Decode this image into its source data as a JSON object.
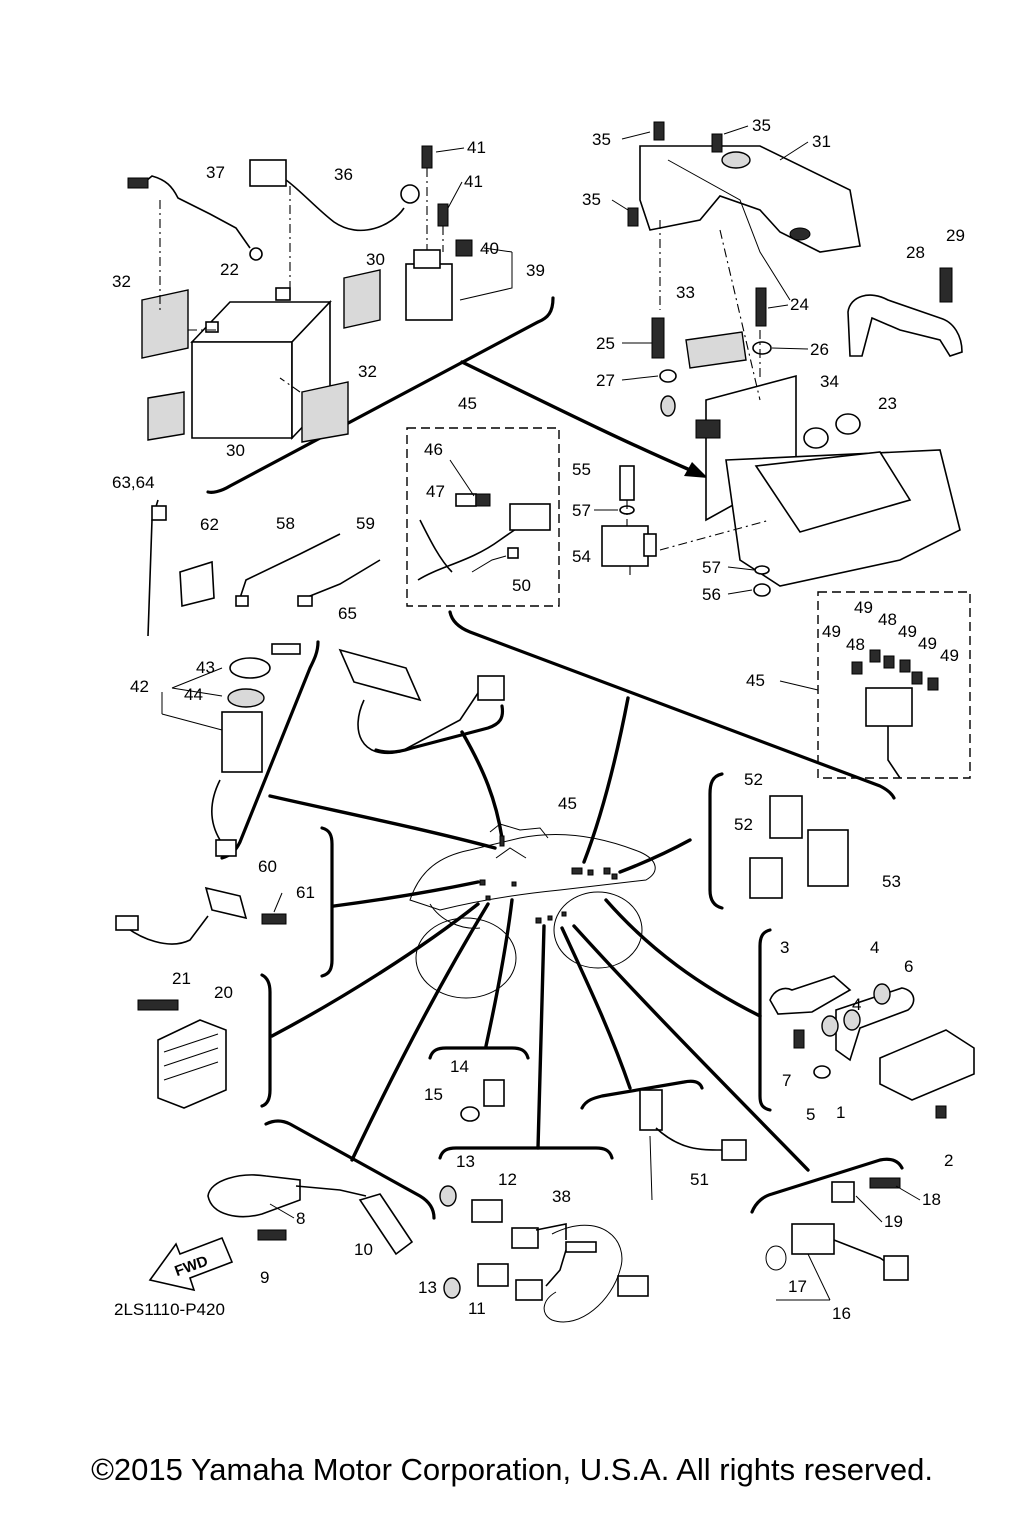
{
  "diagram": {
    "code": "2LS1110-P420",
    "fwd_label": "FWD",
    "copyright": "©2015 Yamaha Motor Corporation, U.S.A. All rights reserved.",
    "callouts": [
      {
        "id": "c1",
        "text": "35"
      },
      {
        "id": "c2",
        "text": "35"
      },
      {
        "id": "c3",
        "text": "31"
      },
      {
        "id": "c4",
        "text": "35"
      },
      {
        "id": "c5",
        "text": "41"
      },
      {
        "id": "c6",
        "text": "37"
      },
      {
        "id": "c7",
        "text": "36"
      },
      {
        "id": "c8",
        "text": "41"
      },
      {
        "id": "c9",
        "text": "40"
      },
      {
        "id": "c10",
        "text": "39"
      },
      {
        "id": "c11",
        "text": "30"
      },
      {
        "id": "c12",
        "text": "22"
      },
      {
        "id": "c13",
        "text": "32"
      },
      {
        "id": "c14",
        "text": "32"
      },
      {
        "id": "c15",
        "text": "30"
      },
      {
        "id": "c16",
        "text": "29"
      },
      {
        "id": "c17",
        "text": "28"
      },
      {
        "id": "c18",
        "text": "33"
      },
      {
        "id": "c19",
        "text": "24"
      },
      {
        "id": "c20",
        "text": "25"
      },
      {
        "id": "c21",
        "text": "26"
      },
      {
        "id": "c22",
        "text": "27"
      },
      {
        "id": "c23",
        "text": "34"
      },
      {
        "id": "c24",
        "text": "23"
      },
      {
        "id": "c25",
        "text": "45"
      },
      {
        "id": "c26",
        "text": "46"
      },
      {
        "id": "c27",
        "text": "47"
      },
      {
        "id": "c28",
        "text": "50"
      },
      {
        "id": "c29",
        "text": "55"
      },
      {
        "id": "c30",
        "text": "57"
      },
      {
        "id": "c31",
        "text": "54"
      },
      {
        "id": "c32",
        "text": "57"
      },
      {
        "id": "c33",
        "text": "56"
      },
      {
        "id": "c34",
        "text": "63,64"
      },
      {
        "id": "c35",
        "text": "62"
      },
      {
        "id": "c36",
        "text": "58"
      },
      {
        "id": "c37",
        "text": "59"
      },
      {
        "id": "c38",
        "text": "49"
      },
      {
        "id": "c39",
        "text": "48"
      },
      {
        "id": "c40",
        "text": "49"
      },
      {
        "id": "c41",
        "text": "48"
      },
      {
        "id": "c42",
        "text": "49"
      },
      {
        "id": "c43",
        "text": "49"
      },
      {
        "id": "c44",
        "text": "49"
      },
      {
        "id": "c45",
        "text": "45"
      },
      {
        "id": "c46",
        "text": "65"
      },
      {
        "id": "c47",
        "text": "43"
      },
      {
        "id": "c48",
        "text": "42"
      },
      {
        "id": "c49",
        "text": "44"
      },
      {
        "id": "c50",
        "text": "45"
      },
      {
        "id": "c51",
        "text": "52"
      },
      {
        "id": "c52",
        "text": "52"
      },
      {
        "id": "c53",
        "text": "53"
      },
      {
        "id": "c54",
        "text": "60"
      },
      {
        "id": "c55",
        "text": "61"
      },
      {
        "id": "c56",
        "text": "3"
      },
      {
        "id": "c57",
        "text": "4"
      },
      {
        "id": "c58",
        "text": "6"
      },
      {
        "id": "c59",
        "text": "4"
      },
      {
        "id": "c60",
        "text": "7"
      },
      {
        "id": "c61",
        "text": "5"
      },
      {
        "id": "c62",
        "text": "1"
      },
      {
        "id": "c63",
        "text": "2"
      },
      {
        "id": "c64",
        "text": "21"
      },
      {
        "id": "c65",
        "text": "20"
      },
      {
        "id": "c66",
        "text": "14"
      },
      {
        "id": "c67",
        "text": "15"
      },
      {
        "id": "c68",
        "text": "13"
      },
      {
        "id": "c69",
        "text": "12"
      },
      {
        "id": "c70",
        "text": "38"
      },
      {
        "id": "c71",
        "text": "13"
      },
      {
        "id": "c72",
        "text": "11"
      },
      {
        "id": "c73",
        "text": "51"
      },
      {
        "id": "c74",
        "text": "18"
      },
      {
        "id": "c75",
        "text": "19"
      },
      {
        "id": "c76",
        "text": "17"
      },
      {
        "id": "c77",
        "text": "16"
      },
      {
        "id": "c78",
        "text": "8"
      },
      {
        "id": "c79",
        "text": "10"
      },
      {
        "id": "c80",
        "text": "9"
      }
    ]
  }
}
